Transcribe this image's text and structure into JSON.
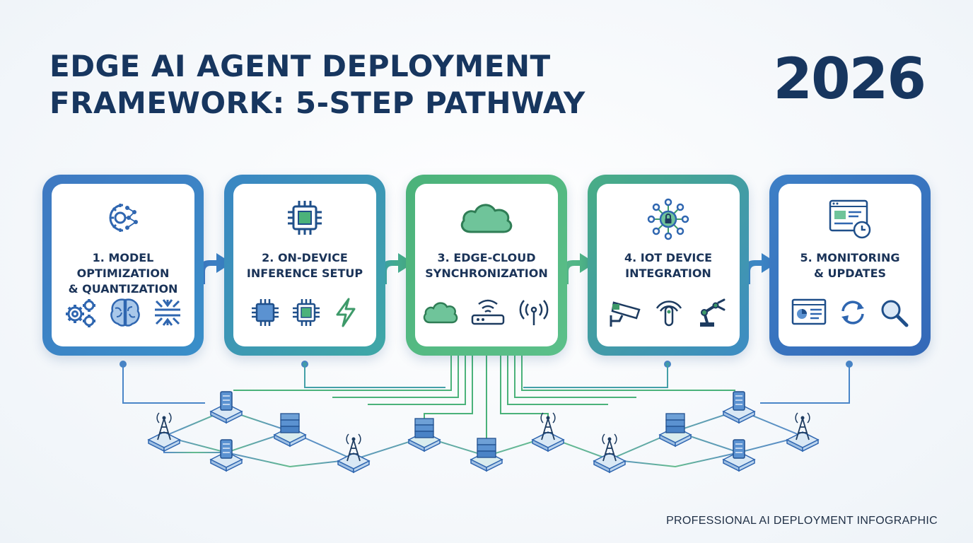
{
  "header": {
    "title_line1": "EDGE AI AGENT DEPLOYMENT",
    "title_line2": "FRAMEWORK: 5-STEP PATHWAY",
    "year": "2026"
  },
  "steps": [
    {
      "label": "1. MODEL\nOPTIMIZATION\n& QUANTIZATION",
      "top_icon": "gear-brain-icon",
      "icons": [
        "gears-icon",
        "brain-icon",
        "compress-icon"
      ]
    },
    {
      "label": "2. ON-DEVICE\nINFERENCE SETUP",
      "top_icon": "chip-icon",
      "icons": [
        "chip-blue-icon",
        "chip-green-icon",
        "lightning-icon"
      ]
    },
    {
      "label": "3. EDGE-CLOUD\nSYNCHRONIZATION",
      "top_icon": "cloud-icon",
      "icons": [
        "cloud-icon",
        "router-icon",
        "antenna-icon"
      ]
    },
    {
      "label": "4. IOT DEVICE\nINTEGRATION",
      "top_icon": "network-hub-icon",
      "icons": [
        "security-camera-icon",
        "sensor-icon",
        "robot-arm-icon"
      ]
    },
    {
      "label": "5. MONITORING\n& UPDATES",
      "top_icon": "dashboard-clock-icon",
      "icons": [
        "analytics-window-icon",
        "refresh-icon",
        "magnifier-icon"
      ]
    }
  ],
  "colors": {
    "title": "#17365f",
    "blue": "#3f79c2",
    "teal": "#3fa8a6",
    "green": "#4bb27a",
    "icon_blue": "#2f66b0",
    "icon_green": "#3e9a6a"
  },
  "footer": {
    "text": "PROFESSIONAL AI DEPLOYMENT INFOGRAPHIC"
  }
}
